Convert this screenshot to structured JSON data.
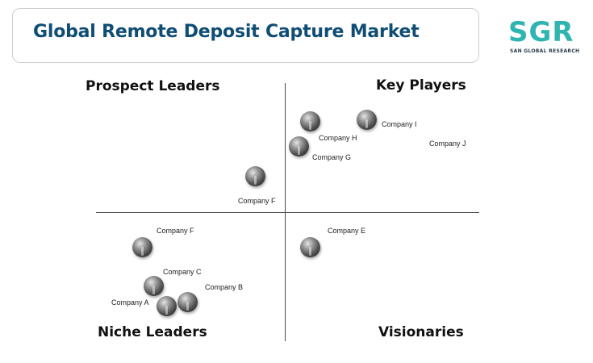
{
  "header": {
    "title": "Global Remote Deposit Capture Market"
  },
  "logo": {
    "mark": "SGR",
    "tagline": "SAN GLOBAL RESEARCH",
    "colors": {
      "teal": "#2fb5b0",
      "orange": "#f5a623",
      "red": "#e4572e"
    }
  },
  "quadrants": {
    "top_left": "Prospect Leaders",
    "top_right": "Key Players",
    "bottom_left": "Niche Leaders",
    "bottom_right": "Visionaries"
  },
  "companies": {
    "i": "Company I",
    "j": "Company J",
    "h": "Company H",
    "g": "Company G",
    "f_top": "Company F",
    "f_bottom": "Company F",
    "e": "Company E",
    "c": "Company C",
    "b": "Company B",
    "a": "Company A"
  },
  "colors": {
    "title": "#0f4d74",
    "axis": "#4a4a4a"
  }
}
